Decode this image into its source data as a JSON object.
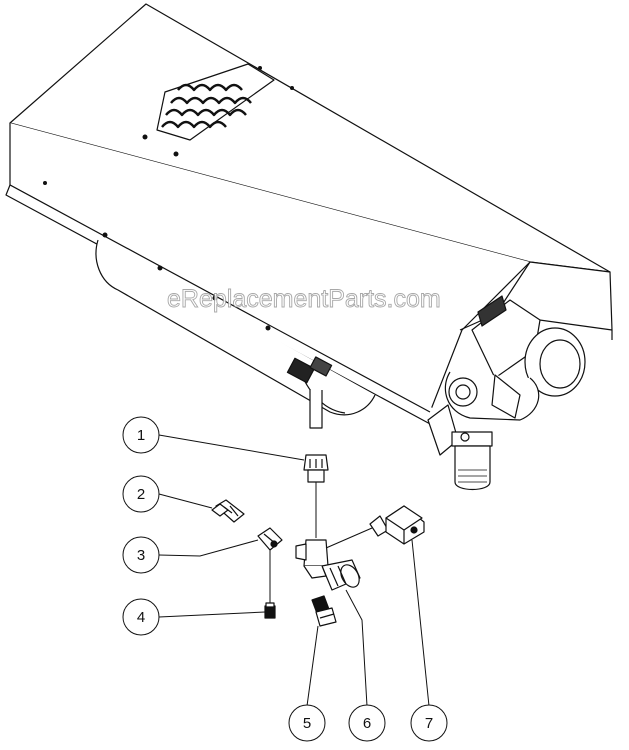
{
  "watermark": "eReplacementParts.com",
  "callouts": [
    {
      "id": 1,
      "label": "1"
    },
    {
      "id": 2,
      "label": "2"
    },
    {
      "id": 3,
      "label": "3"
    },
    {
      "id": 4,
      "label": "4"
    },
    {
      "id": 5,
      "label": "5"
    },
    {
      "id": 6,
      "label": "6"
    },
    {
      "id": 7,
      "label": "7"
    }
  ],
  "colors": {
    "line": "#111111",
    "background": "#ffffff",
    "watermark_outline": "#9a9a9a"
  }
}
